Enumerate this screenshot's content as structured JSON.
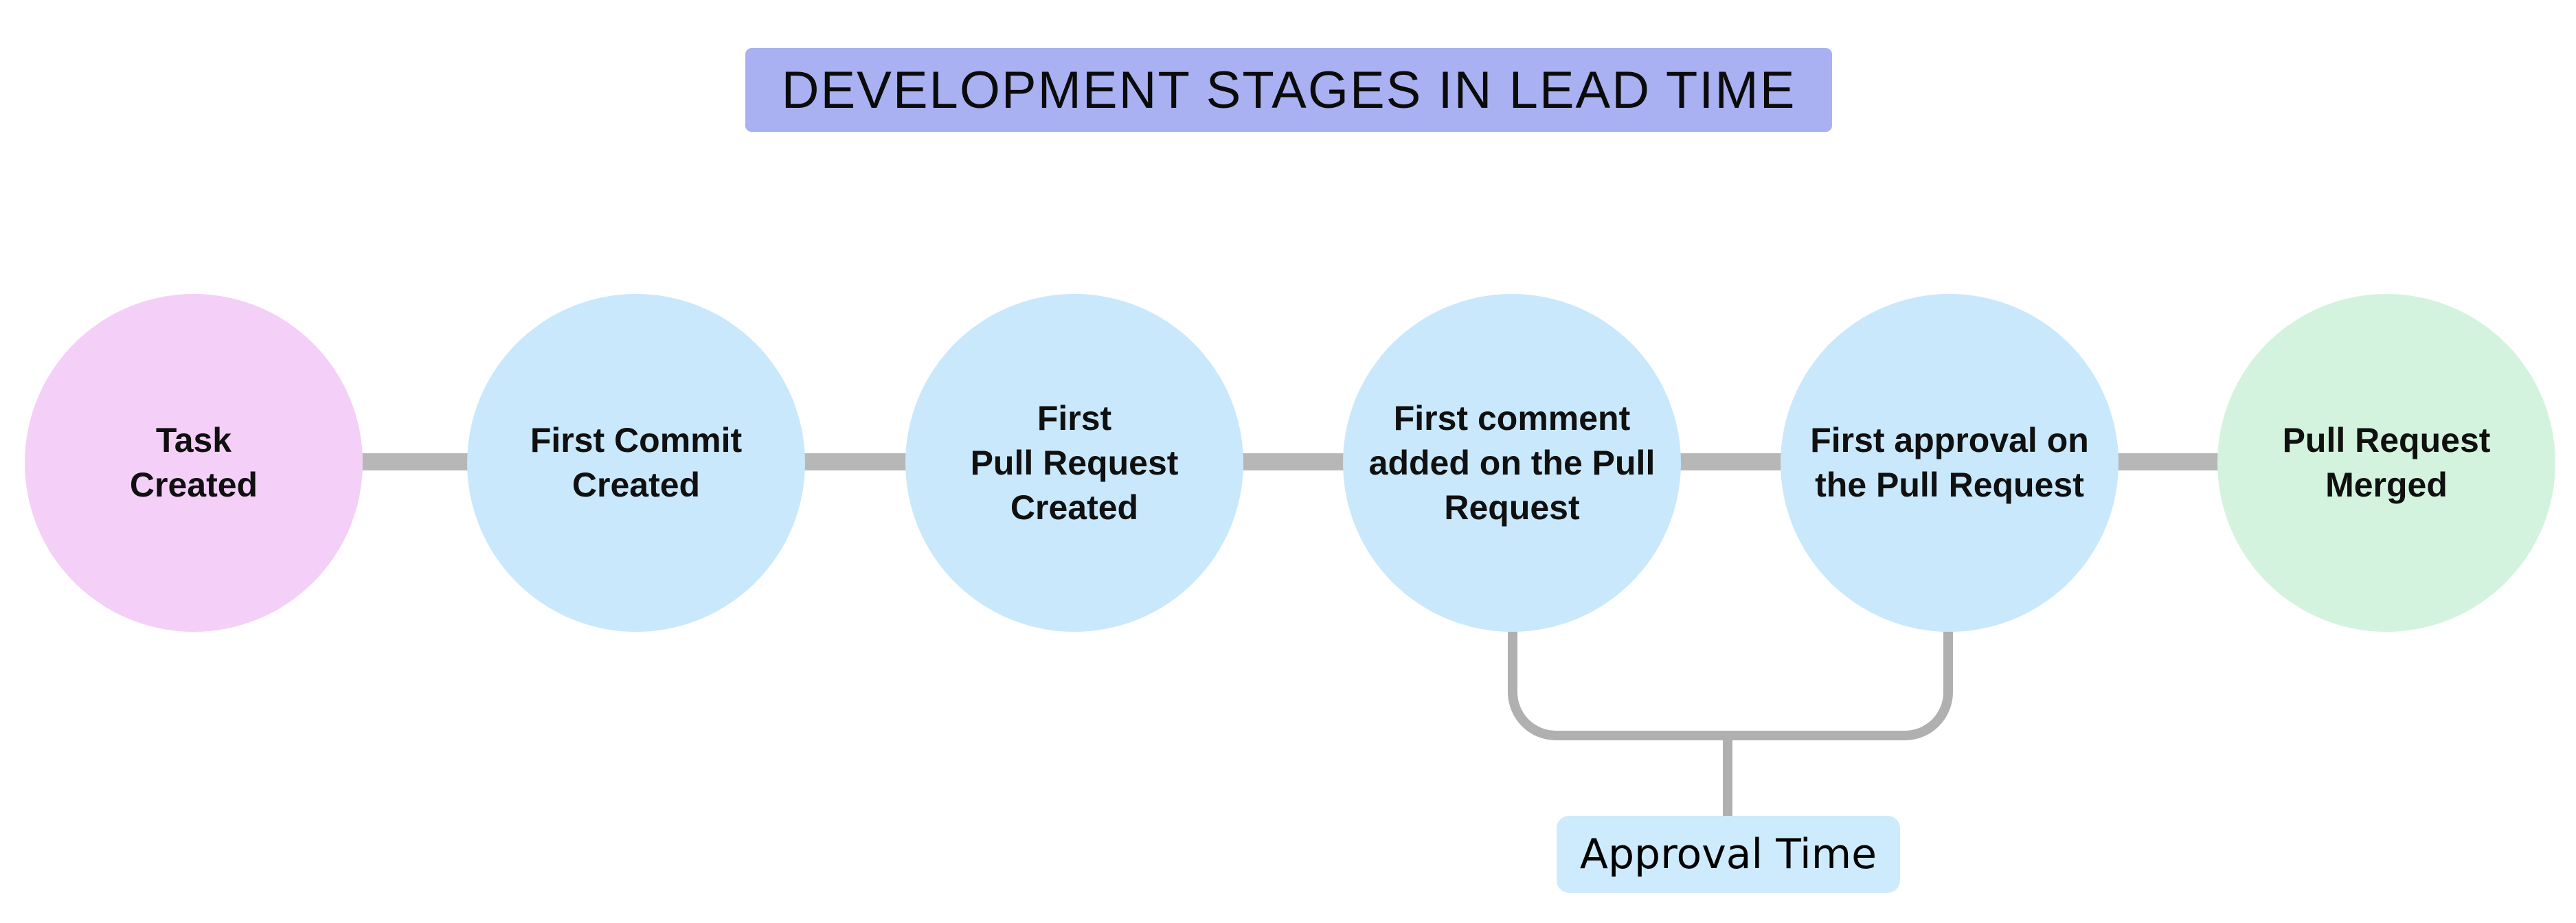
{
  "title": {
    "text": "DEVELOPMENT STAGES IN LEAD TIME"
  },
  "stages": [
    {
      "label": "Task\nCreated",
      "color": "#F4CFF8",
      "role": "start"
    },
    {
      "label": "First Commit\nCreated",
      "color": "#C9E8FC",
      "role": "middle"
    },
    {
      "label": "First\nPull Request\nCreated",
      "color": "#C9E8FC",
      "role": "middle"
    },
    {
      "label": "First comment\nadded on the Pull\nRequest",
      "color": "#C9E8FC",
      "role": "middle"
    },
    {
      "label": "First approval on\nthe Pull Request",
      "color": "#C9E8FC",
      "role": "middle"
    },
    {
      "label": "Pull Request\nMerged",
      "color": "#D4F3DF",
      "role": "end"
    }
  ],
  "annotation": {
    "label": "Approval Time",
    "from_stage_index": 3,
    "to_stage_index": 4,
    "bg_color": "#CDEBFC"
  },
  "colors": {
    "title_bg": "#A9B1F2",
    "connector": "#B7B7B7",
    "bracket": "#B0B0B0",
    "text": "#111111",
    "background": "#FFFFFF"
  }
}
